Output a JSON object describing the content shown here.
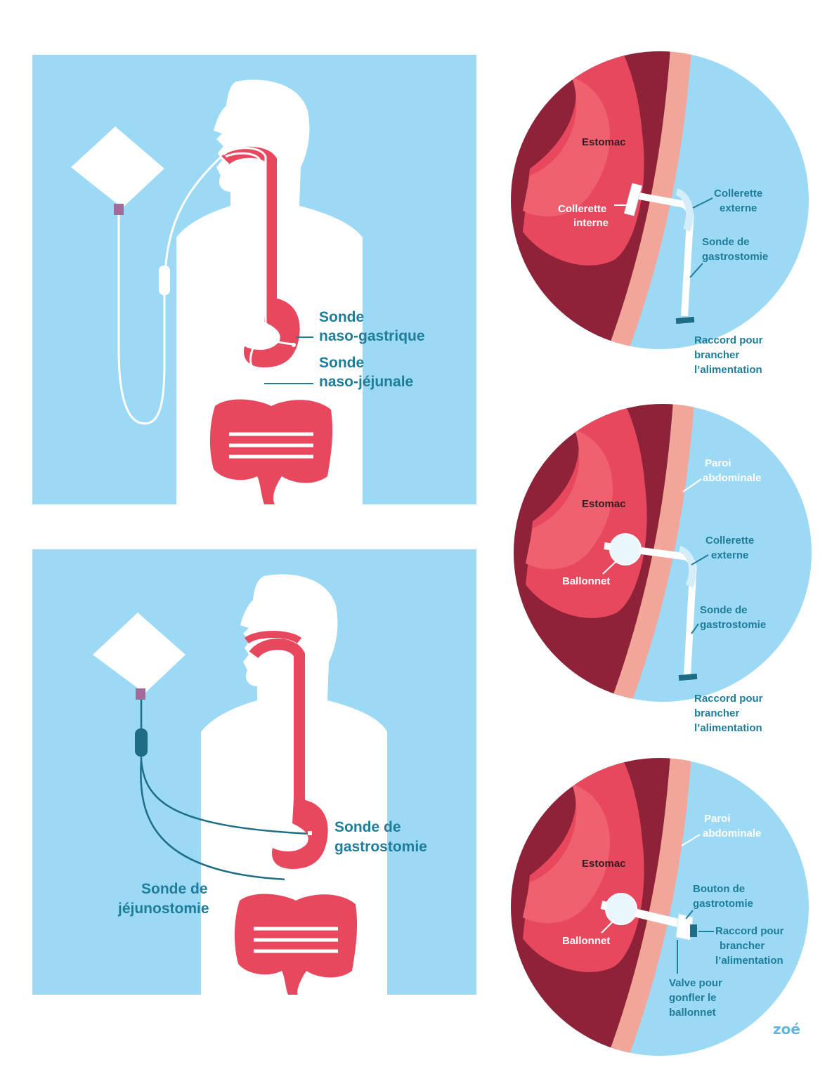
{
  "colors": {
    "panel_bg": "#9bd9f4",
    "body": "#ffffff",
    "organ": "#e8485e",
    "organ_dark": "#8e2238",
    "stomach_inner": "#f0616f",
    "wall": "#f2a69a",
    "tube_teal": "#1e6d85",
    "label_blue": "#1e7d99"
  },
  "panel_top": {
    "label_ng_1": "Sonde",
    "label_ng_2": "naso-gastrique",
    "label_nj_1": "Sonde",
    "label_nj_2": "naso-jéjunale"
  },
  "panel_bottom": {
    "label_gastro_1": "Sonde de",
    "label_gastro_2": "gastrostomie",
    "label_jejuno_1": "Sonde de",
    "label_jejuno_2": "jéjunostomie"
  },
  "circle1": {
    "stomach": "Estomac",
    "inner_collar_1": "Collerette",
    "inner_collar_2": "interne",
    "outer_collar_1": "Collerette",
    "outer_collar_2": "externe",
    "tube_1": "Sonde de",
    "tube_2": "gastrostomie",
    "connector_1": "Raccord pour",
    "connector_2": "brancher",
    "connector_3": "l’alimentation"
  },
  "circle2": {
    "wall_1": "Paroi",
    "wall_2": "abdominale",
    "stomach": "Estomac",
    "outer_collar_1": "Collerette",
    "outer_collar_2": "externe",
    "balloon": "Ballonnet",
    "tube_1": "Sonde de",
    "tube_2": "gastrostomie",
    "connector_1": "Raccord pour",
    "connector_2": "brancher",
    "connector_3": "l’alimentation"
  },
  "circle3": {
    "wall_1": "Paroi",
    "wall_2": "abdominale",
    "stomach": "Estomac",
    "button_1": "Bouton de",
    "button_2": "gastrotomie",
    "connector_1": "Raccord pour",
    "connector_2": "brancher",
    "connector_3": "l’alimentation",
    "balloon": "Ballonnet",
    "valve_1": "Valve pour",
    "valve_2": "gonfler le",
    "valve_3": "ballonnet"
  },
  "signature": "zoé"
}
